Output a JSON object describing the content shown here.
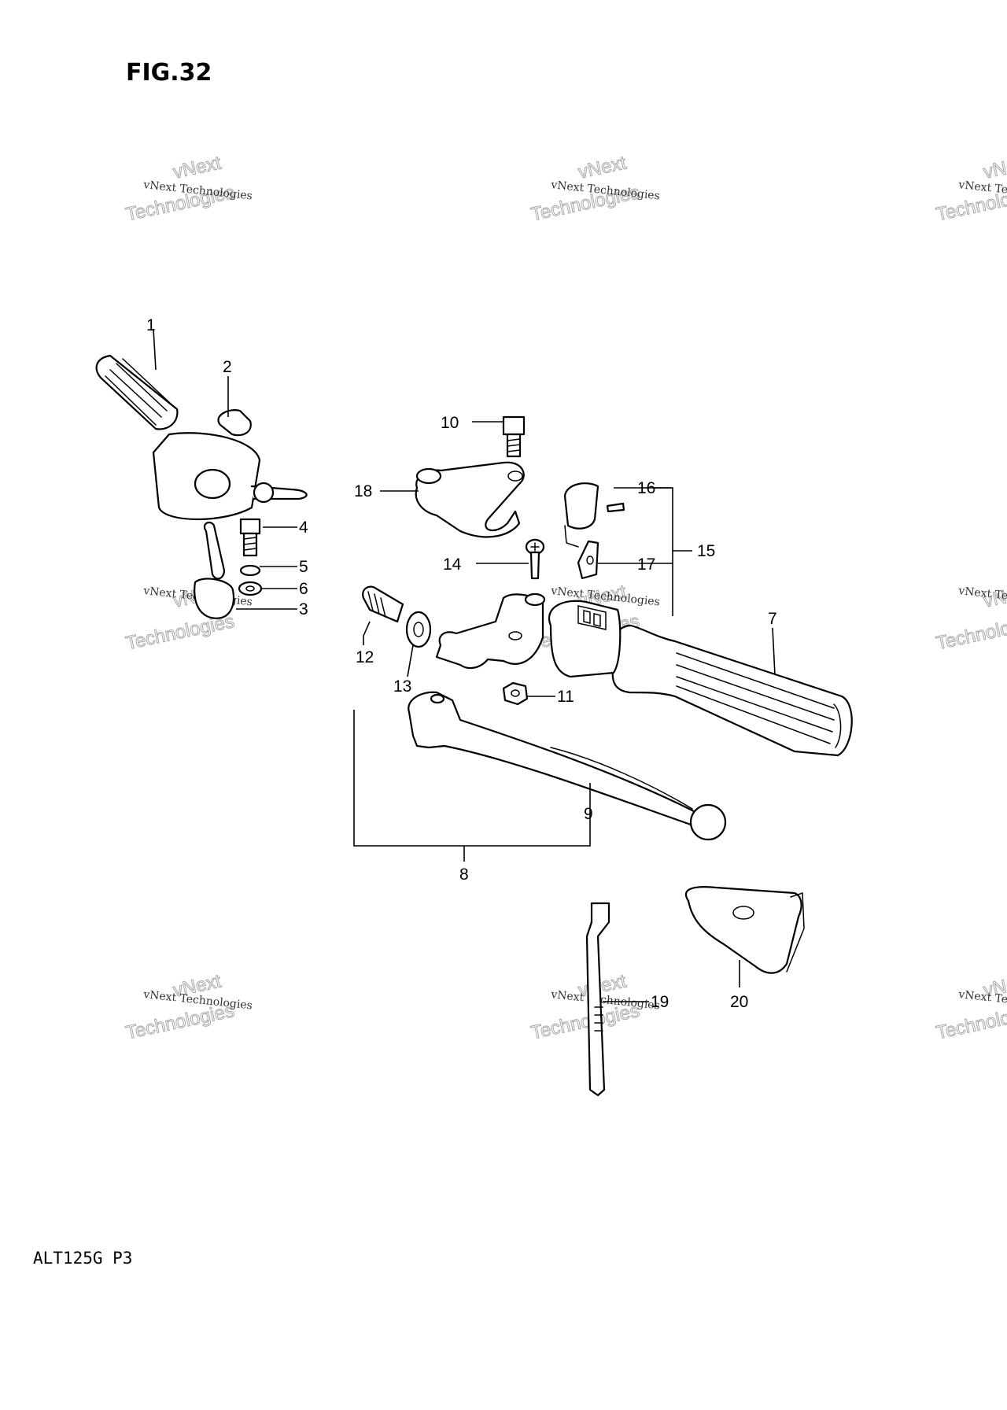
{
  "figure": {
    "title": "FIG.32",
    "model_code": "ALT125G P3"
  },
  "watermark": {
    "small": "vNext Technologies",
    "large_top": "vNext",
    "large_bottom": "Technologies"
  },
  "callouts": {
    "c1": "1",
    "c2": "2",
    "c3": "3",
    "c4": "4",
    "c5": "5",
    "c6": "6",
    "c7": "7",
    "c8": "8",
    "c9": "9",
    "c10": "10",
    "c11": "11",
    "c12": "12",
    "c13": "13",
    "c14": "14",
    "c15": "15",
    "c16": "16",
    "c17": "17",
    "c18": "18",
    "c19": "19",
    "c20": "20"
  },
  "colors": {
    "ink": "#000000",
    "paper": "#ffffff",
    "watermark": "#a8a8a8"
  }
}
